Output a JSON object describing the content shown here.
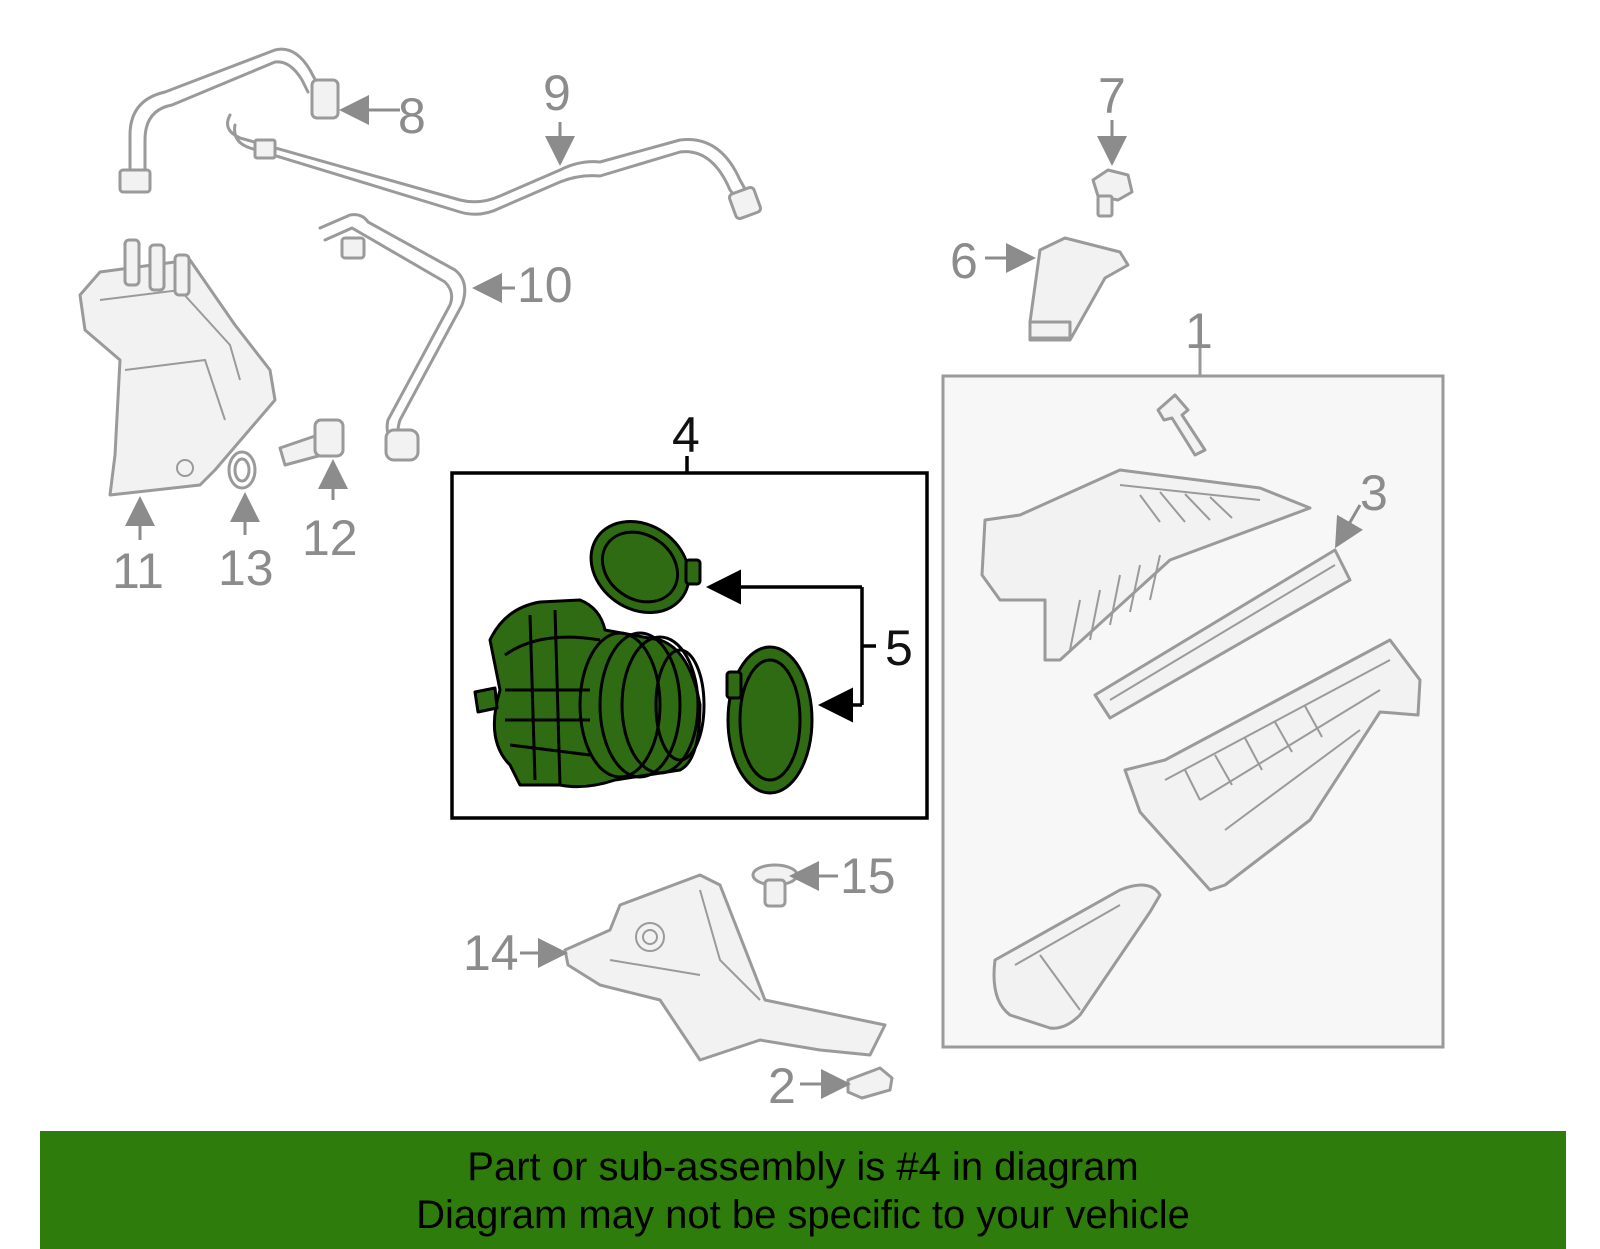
{
  "callouts": {
    "c1": "1",
    "c2": "2",
    "c3": "3",
    "c4": "4",
    "c5": "5",
    "c6": "6",
    "c7": "7",
    "c8": "8",
    "c9": "9",
    "c10": "10",
    "c11": "11",
    "c12": "12",
    "c13": "13",
    "c14": "14",
    "c15": "15"
  },
  "highlight": {
    "part_number": "4",
    "color": "#2f6b12"
  },
  "banner": {
    "line1": "Part or sub-assembly is #4 in diagram",
    "line2": "Diagram may not be specific to your vehicle",
    "background": "#2e7d0c"
  }
}
